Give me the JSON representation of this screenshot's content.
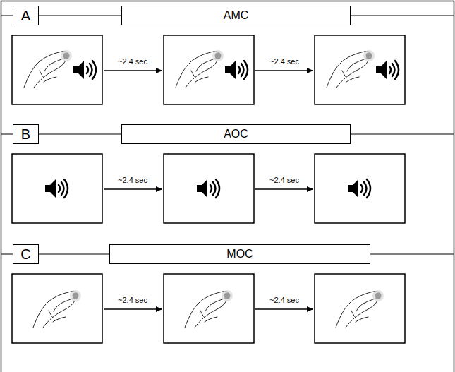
{
  "diagram": {
    "nodes": [
      {
        "text": [
          "A"
        ]
      },
      {
        "text": [
          "AMC"
        ]
      },
      {
        "text": [
          "B"
        ]
      },
      {
        "text": [
          "AOC"
        ]
      },
      {
        "text": [
          "C"
        ]
      },
      {
        "text": [
          "MOC"
        ]
      }
    ],
    "labels": [
      "~2.4 sec",
      "~2.4 sec",
      "~2.4 sec",
      "~2.4 sec",
      "~2.4 sec",
      "~2.4 sec"
    ]
  }
}
